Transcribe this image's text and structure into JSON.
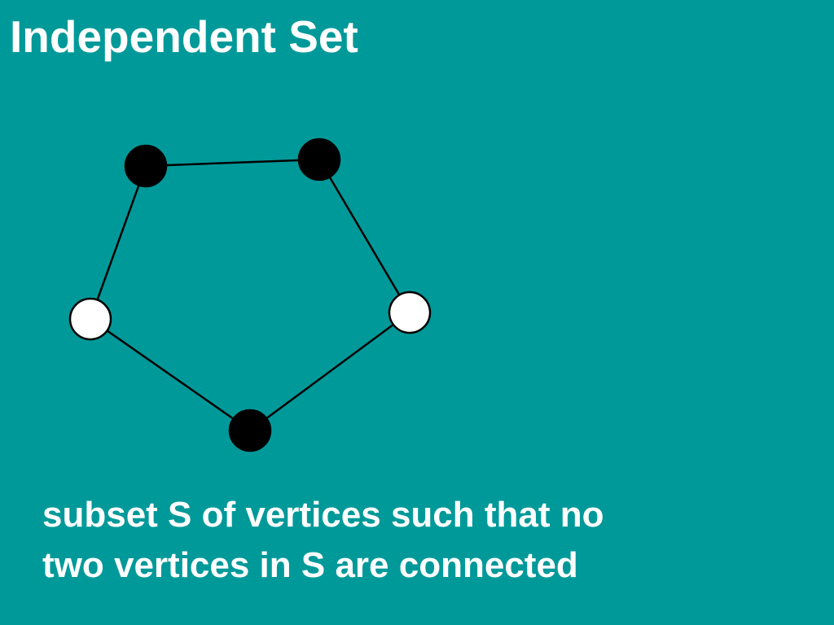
{
  "slide": {
    "title": "Independent Set",
    "caption_lines": [
      "subset S of  vertices such that no",
      "two vertices in S are connected"
    ]
  },
  "graph": {
    "vertices": [
      {
        "id": "v1",
        "in_set": true
      },
      {
        "id": "v2",
        "in_set": true
      },
      {
        "id": "v3",
        "in_set": false
      },
      {
        "id": "v4",
        "in_set": true
      },
      {
        "id": "v5",
        "in_set": false
      }
    ],
    "edges": [
      [
        "v1",
        "v2"
      ],
      [
        "v2",
        "v3"
      ],
      [
        "v3",
        "v4"
      ],
      [
        "v4",
        "v5"
      ],
      [
        "v5",
        "v1"
      ]
    ]
  },
  "colors": {
    "background": "#009999",
    "text": "#ffffff",
    "vertex_in_set": "#000000",
    "vertex_not_in_set": "#ffffff",
    "edge": "#000000"
  }
}
